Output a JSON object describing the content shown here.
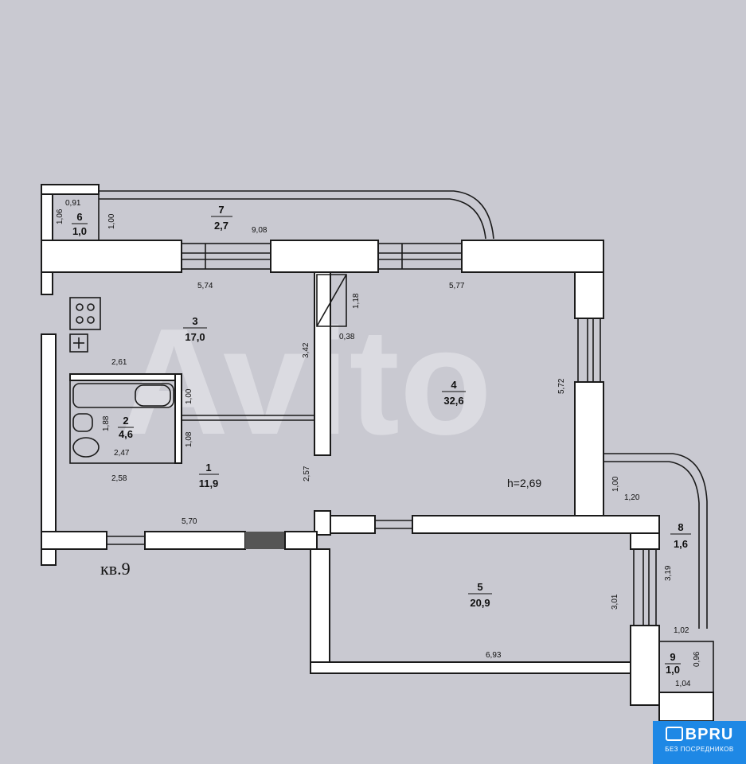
{
  "watermark": "Avito",
  "apartment_label": "кв.9",
  "ceiling_height": "h=2,69",
  "badge": {
    "title": "BPRU",
    "subtitle": "БЕЗ ПОСРЕДНИКОВ"
  },
  "rooms": [
    {
      "num": "1",
      "area": "11,9"
    },
    {
      "num": "2",
      "area": "4,6"
    },
    {
      "num": "3",
      "area": "17,0"
    },
    {
      "num": "4",
      "area": "32,6"
    },
    {
      "num": "5",
      "area": "20,9"
    },
    {
      "num": "6",
      "area": "1,0"
    },
    {
      "num": "7",
      "area": "2,7"
    },
    {
      "num": "8",
      "area": "1,6"
    },
    {
      "num": "9",
      "area": "1,0"
    }
  ],
  "dims": {
    "d_091": "0,91",
    "d_106": "1,06",
    "d_100a": "1,00",
    "d_908": "9,08",
    "d_574": "5,74",
    "d_577": "5,77",
    "d_118": "1,18",
    "d_038": "0,38",
    "d_342": "3,42",
    "d_261": "2,61",
    "d_100b": "1,00",
    "d_188": "1,88",
    "d_108": "1,08",
    "d_247": "2,47",
    "d_258": "2,58",
    "d_257": "2,57",
    "d_570": "5,70",
    "d_572": "5,72",
    "d_100c": "1,00",
    "d_120": "1,20",
    "d_319": "3,19",
    "d_301": "3,01",
    "d_102": "1,02",
    "d_096": "0,96",
    "d_104": "1,04",
    "d_693": "6,93"
  }
}
